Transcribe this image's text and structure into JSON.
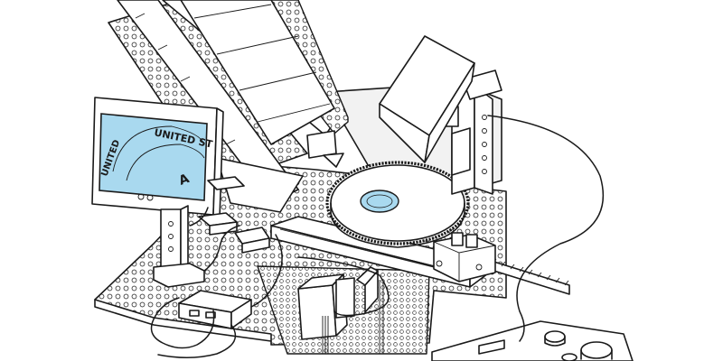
{
  "colors": {
    "line": "#1a1a1a",
    "background": "#ffffff",
    "screen": "#a9d9ef",
    "coin": "#a9d9ef"
  },
  "screen_coin_text": {
    "top": "UNITED ST",
    "left": "UNITED",
    "right": "A"
  }
}
